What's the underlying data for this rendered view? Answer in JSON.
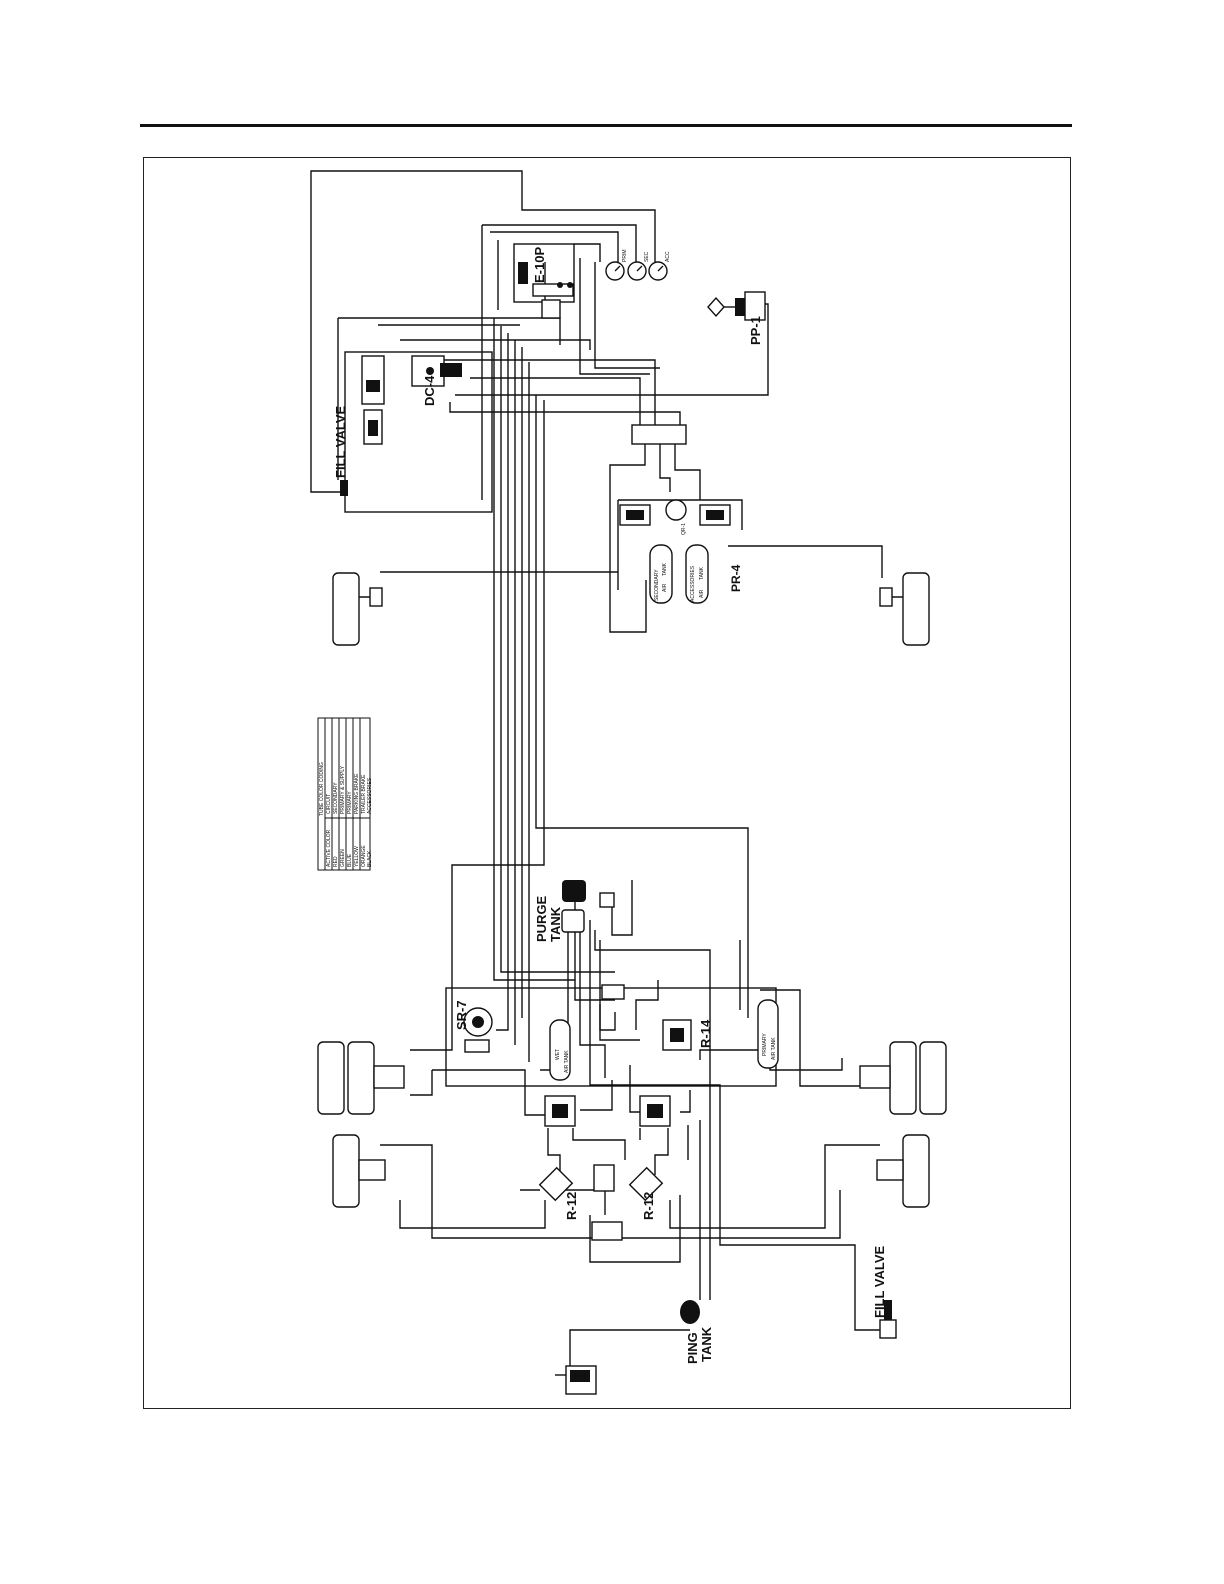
{
  "labels": {
    "fill_valve_front": "FILL VALVE",
    "dc4": "DC-4",
    "e10p": "E-10P",
    "pp1": "PP-1",
    "qr1": "QR-1",
    "pr4": "PR-4",
    "secondary_air_tank_1": "SECONDARY",
    "secondary_air_tank_2": "AIR",
    "secondary_air_tank_3": "TANK",
    "accessories_air_tank_1": "ACCESSORIES",
    "accessories_air_tank_2": "AIR",
    "accessories_air_tank_3": "TANK",
    "purge_tank_1": "PURGE",
    "purge_tank_2": "TANK",
    "sr7": "SR-7",
    "wet_air_tank_1": "WET",
    "wet_air_tank_2": "AIR TANK",
    "r14": "R-14",
    "primary_air_tank_1": "PRIMARY",
    "primary_air_tank_2": "AIR TANK",
    "r12_left": "R-12",
    "r12_right": "R-12",
    "fill_valve_rear": "FILL VALVE",
    "ping_tank_1": "PING",
    "ping_tank_2": "TANK",
    "gauge_prim": "PRIM",
    "gauge_sec": "SEC",
    "gauge_acc": "ACC"
  },
  "legend": {
    "title": "TUBE COLOR CODING",
    "header": [
      "ACTIVE COLOR",
      "CIRCUIT"
    ],
    "rows": [
      [
        "RED",
        "SECONDARY"
      ],
      [
        "GREEN",
        "PRIMARY & SUPPLY"
      ],
      [
        "BLUE",
        "PRIMARY"
      ],
      [
        "YELLOW",
        "PARKING BRAKE"
      ],
      [
        "ORANGE",
        "TRAILER BRAKE"
      ],
      [
        "BLACK",
        "ACCESSORIES"
      ]
    ]
  }
}
